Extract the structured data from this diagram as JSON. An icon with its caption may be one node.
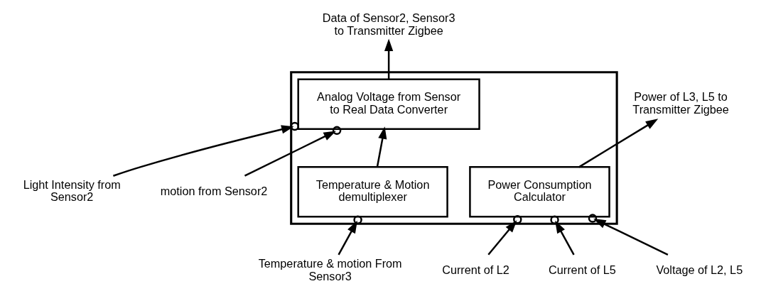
{
  "diagram": {
    "nodes": [
      {
        "text": [],
        "shape": "box"
      },
      {
        "text": [
          "Analog Voltage from Sensor to Real Data Converter"
        ],
        "in": 0
      },
      {
        "text": [
          "Power Consumption Calculator"
        ],
        "in": 0
      },
      {
        "text": [
          "Temperature & Motion demultiplexer"
        ],
        "in": 0
      },
      {
        "text": [
          "Power of L3, L5 to Transmitter Zigbee"
        ]
      },
      {
        "text": [
          "Data of Sensor2, Sensor3 to Transmitter Zigbee"
        ]
      },
      {
        "text": [
          "Light Intensity from Sensor2"
        ]
      },
      {
        "text": [
          "motion from Sensor2"
        ]
      },
      {
        "text": [
          "Voltage of L2, L5"
        ]
      },
      {
        "text": [
          "Current of L2"
        ]
      },
      {
        "text": [
          "Current of L5"
        ]
      },
      {
        "text": [
          "Temperature & motion From Sensor3"
        ]
      }
    ],
    "edges": [
      {
        "from": 2,
        "to": 4,
        "arrow": "to"
      },
      {
        "from": 1,
        "to": 5,
        "arrow": "to"
      },
      {
        "from": 6,
        "to": 1,
        "arrow": "to"
      },
      {
        "from": 7,
        "to": 1,
        "arrow": "to"
      },
      {
        "from": 8,
        "to": 2,
        "arrow": "to"
      },
      {
        "from": 9,
        "to": 2,
        "arrow": "to"
      },
      {
        "from": 10,
        "to": 2,
        "arrow": "to"
      },
      {
        "from": 11,
        "to": 3,
        "arrow": "to"
      },
      {
        "from": 3,
        "to": 1,
        "arrow": "to"
      }
    ]
  }
}
